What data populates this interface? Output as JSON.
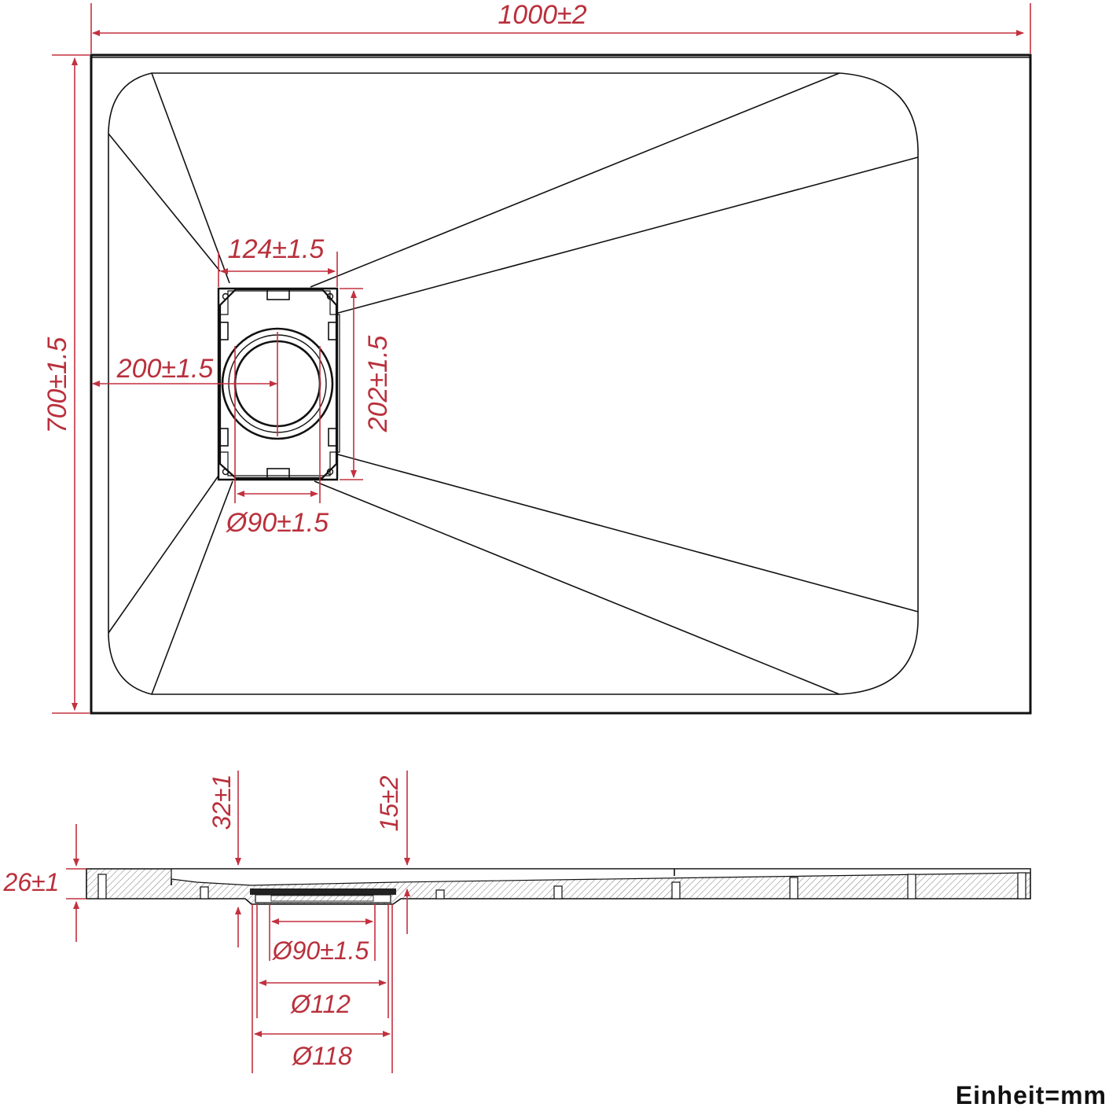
{
  "top_view": {
    "length_label": "1000±2",
    "width_label": "700±1.5",
    "drain_frame_width_label": "124±1.5",
    "drain_frame_height_label": "202±1.5",
    "drain_offset_label": "200±1.5",
    "drain_diameter_label": "Ø90±1.5"
  },
  "section_view": {
    "rim_thickness_label": "26±1",
    "depth_at_drain_label": "32±1",
    "depth_label_2": "15±2",
    "outlet_diameter_label": "Ø90±1.5",
    "outlet_inner_label": "Ø112",
    "outlet_outer_label": "Ø118"
  },
  "unit_label": "Einheit=mm",
  "colors": {
    "dimension": "#c3313f",
    "outline": "#111111"
  }
}
